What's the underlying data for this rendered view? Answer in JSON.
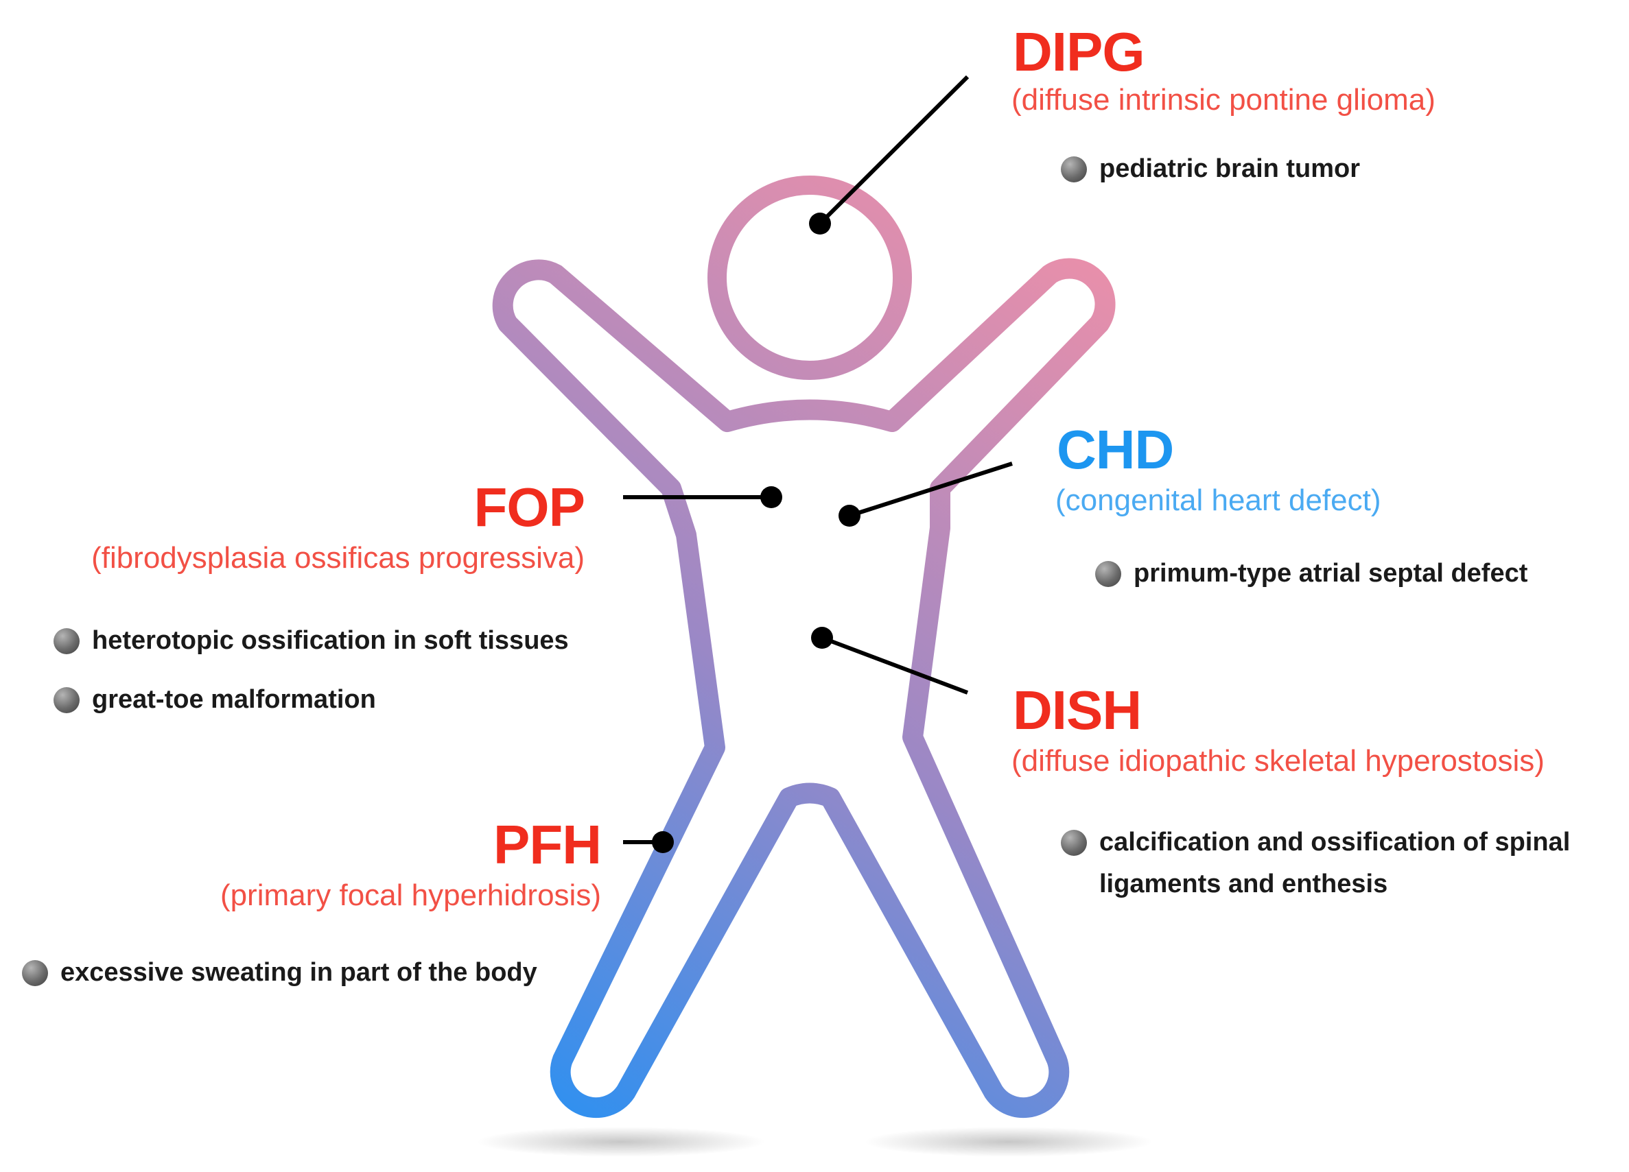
{
  "colors": {
    "red": "#f02d1e",
    "blue": "#1d96f0",
    "outline_pink": "#e890aa",
    "outline_purple": "#9a88c6",
    "outline_blue": "#2f90f0"
  },
  "figure": {
    "icon": "human-figure-icon"
  },
  "conditions": [
    {
      "abbr": "DIPG",
      "full": "(diffuse intrinsic pontine glioma)",
      "color": "red",
      "bullets": [
        "pediatric brain tumor"
      ]
    },
    {
      "abbr": "CHD",
      "full": "(congenital heart defect)",
      "color": "blue",
      "bullets": [
        "primum-type atrial septal defect"
      ]
    },
    {
      "abbr": "FOP",
      "full": "(fibrodysplasia ossificas progressiva)",
      "color": "red",
      "bullets": [
        "heterotopic ossification in soft tissues",
        "great-toe malformation"
      ]
    },
    {
      "abbr": "DISH",
      "full": "(diffuse idiopathic skeletal hyperostosis)",
      "color": "red",
      "bullets": [
        "calcification and ossification of spinal ligaments and enthesis"
      ]
    },
    {
      "abbr": "PFH",
      "full": "(primary focal hyperhidrosis)",
      "color": "red",
      "bullets": [
        "excessive sweating in part of the body"
      ]
    }
  ]
}
